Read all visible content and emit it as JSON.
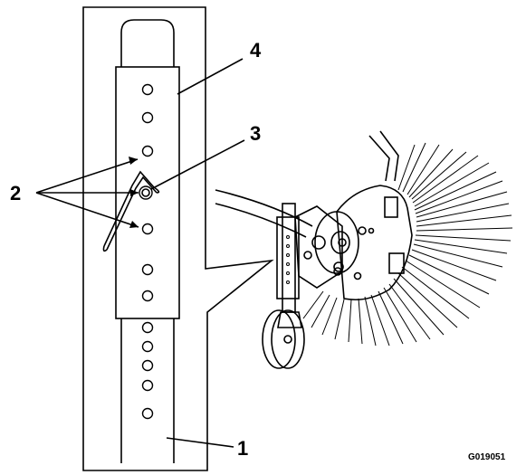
{
  "callouts": [
    "1",
    "2",
    "3",
    "4"
  ],
  "figure_id": "G019051"
}
